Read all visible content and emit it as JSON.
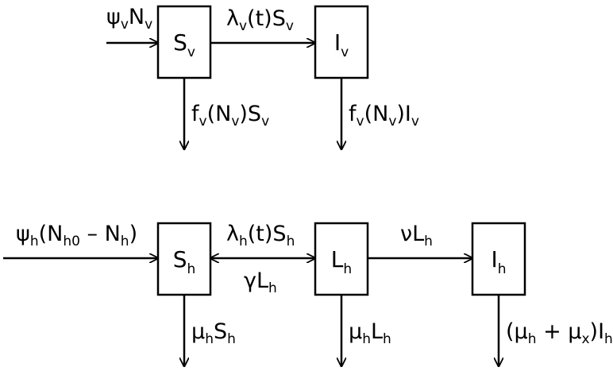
{
  "nodes": {
    "sv": {
      "main": "S",
      "sub": "v"
    },
    "iv": {
      "main": "I",
      "sub": "v"
    },
    "sh": {
      "main": "S",
      "sub": "h"
    },
    "lh": {
      "main": "L",
      "sub": "h"
    },
    "ih": {
      "main": "I",
      "sub": "h"
    }
  },
  "edges": {
    "vector_recruitment": {
      "t1": "ψ",
      "s1": "v",
      "t2": "N",
      "s2": "v"
    },
    "vector_infection": {
      "t1": "λ",
      "s1": "v",
      "t2": "(t)S",
      "s2": "v"
    },
    "sv_death": {
      "t1": "f",
      "s1": "v",
      "t2": "(N",
      "s2": "v",
      "t3": ")S",
      "s3": "v"
    },
    "iv_death": {
      "t1": "f",
      "s1": "v",
      "t2": "(N",
      "s2": "v",
      "t3": ")I",
      "s3": "v"
    },
    "host_recruitment": {
      "t1": "ψ",
      "s1": "h",
      "t2": "(N",
      "s2": "h0",
      "t3": " – N",
      "s3": "h",
      "t4": ")"
    },
    "host_infection": {
      "t1": "λ",
      "s1": "h",
      "t2": "(t)S",
      "s2": "h"
    },
    "host_recovery": {
      "t1": "γL",
      "s1": "h"
    },
    "host_progression": {
      "t1": "νL",
      "s1": "h"
    },
    "sh_death": {
      "t1": "μ",
      "s1": "h",
      "t2": "S",
      "s2": "h"
    },
    "lh_death": {
      "t1": "μ",
      "s1": "h",
      "t2": "L",
      "s2": "h"
    },
    "ih_death": {
      "t1": "(μ",
      "s1": "h",
      "t2": " + μ",
      "s2": "x",
      "t3": ")I",
      "s3": "h"
    }
  }
}
